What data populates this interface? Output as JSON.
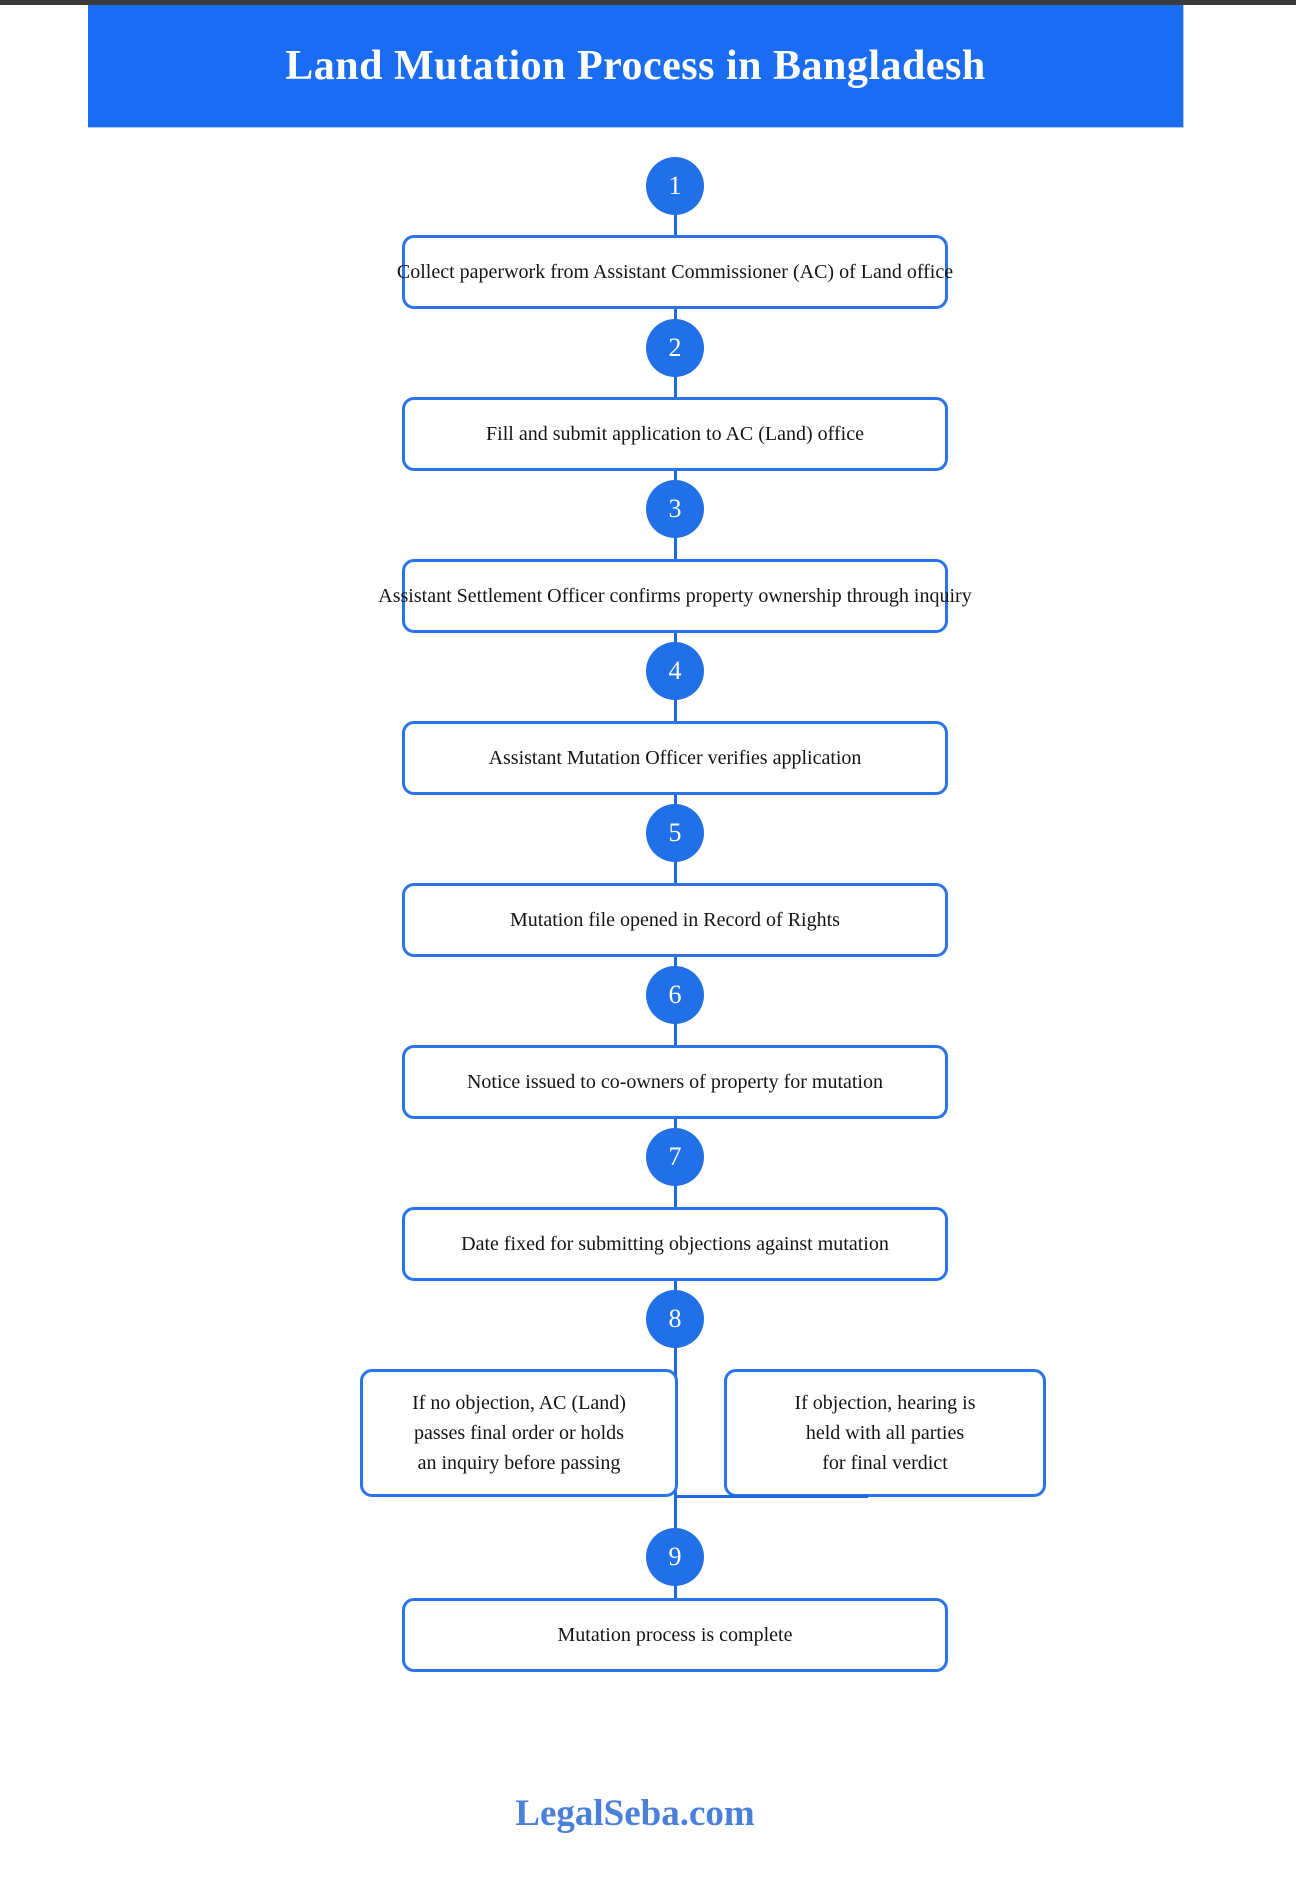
{
  "header": {
    "title": "Land Mutation Process in Bangladesh"
  },
  "steps": [
    {
      "number": "1",
      "text": "Collect paperwork from Assistant Commissioner (AC) of Land office"
    },
    {
      "number": "2",
      "text": "Fill and submit application to AC (Land) office"
    },
    {
      "number": "3",
      "text": "Assistant Settlement Officer confirms property ownership through inquiry"
    },
    {
      "number": "4",
      "text": "Assistant Mutation Officer verifies application"
    },
    {
      "number": "5",
      "text": "Mutation file opened in Record of Rights"
    },
    {
      "number": "6",
      "text": "Notice issued to co-owners of property for mutation"
    },
    {
      "number": "7",
      "text": "Date fixed for submitting objections against mutation"
    },
    {
      "number": "8",
      "branch_left": {
        "line1": "If no objection, AC (Land)",
        "line2": "passes final order or holds",
        "line3": "an inquiry before passing"
      },
      "branch_right": {
        "line1": "If objection, hearing is",
        "line2": "held with all parties",
        "line3": "for final verdict"
      }
    },
    {
      "number": "9",
      "text": "Mutation process is complete"
    }
  ],
  "footer": {
    "brand": "LegalSeba.com"
  },
  "colors": {
    "banner_background": "#1a6cf2",
    "banner_text": "#ffffff",
    "circle_fill": "#2170e8",
    "box_border": "#2a74e8",
    "connector_line": "#2068e2",
    "body_text": "#141414",
    "footer_text": "#4a80db",
    "top_strip": "#3b3b3b"
  }
}
